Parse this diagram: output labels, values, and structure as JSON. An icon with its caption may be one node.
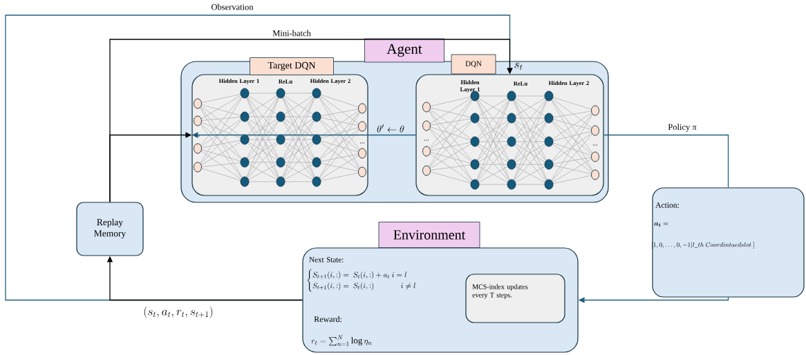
{
  "diagram": {
    "nodes": [
      {
        "text": [
          "Agent"
        ]
      },
      {
        "text": [
          "Target DQN",
          "Hidden Layer 1",
          "ReLu",
          "Hidden Layer 2"
        ],
        "in": 0
      },
      {
        "text": [
          "DQN",
          "Hidden Layer 1",
          "ReLu",
          "Hidden Layer 2"
        ],
        "in": 0
      },
      {
        "text": [
          "Replay Memory"
        ]
      },
      {
        "text": [
          "Environment",
          "Next State:",
          "\\begin{cases} S_{t+1}(i,:) =\\ S_t(i,:) + a_t \\ i = l \\\\ S_{t+1}(i,:) =\\ S_t(i,:) \\qquad\\quad\\ \\ i \\neq l \\end{cases}",
          "Reward:",
          "r_t = \\sum_{n=1}^{N} \\log \\eta_n"
        ]
      },
      {
        "text": [
          "MCS-index updates every T steps."
        ],
        "in": 4
      },
      {
        "text": [
          "Action:",
          "\\boldsymbol{a_t}=",
          "[1, 0, \\ldots, 0, -1 | l\\_th\\ Coordintaedslot\\ ]"
        ]
      }
    ],
    "edges": [
      {
        "from": 4,
        "to": 2,
        "arrow": "to",
        "label": "Observation",
        "color": "#1f5f7e"
      },
      {
        "from": 4,
        "to": 3,
        "arrow": "to",
        "label": "(s_t, a_t, r_t, s_{t+1})",
        "color": "#000000"
      },
      {
        "from": 3,
        "to": 2,
        "arrow": "to",
        "label": "Mini-batch",
        "color": "#000000"
      },
      {
        "from": 3,
        "to": 1,
        "arrow": "to",
        "color": "#000000"
      },
      {
        "from": 2,
        "to": 1,
        "arrow": "to",
        "label": "\\theta' \\leftarrow \\theta",
        "color": "#1f5f7e"
      },
      {
        "from": 2,
        "to": 6,
        "arrow": "none",
        "label": "Policy π",
        "color": "#1f5f7e"
      },
      {
        "from": 6,
        "to": 4,
        "arrow": "to",
        "color": "#1f5f7e"
      }
    ],
    "labels": [
      "s_t",
      "...",
      "...",
      "...",
      "..."
    ]
  }
}
